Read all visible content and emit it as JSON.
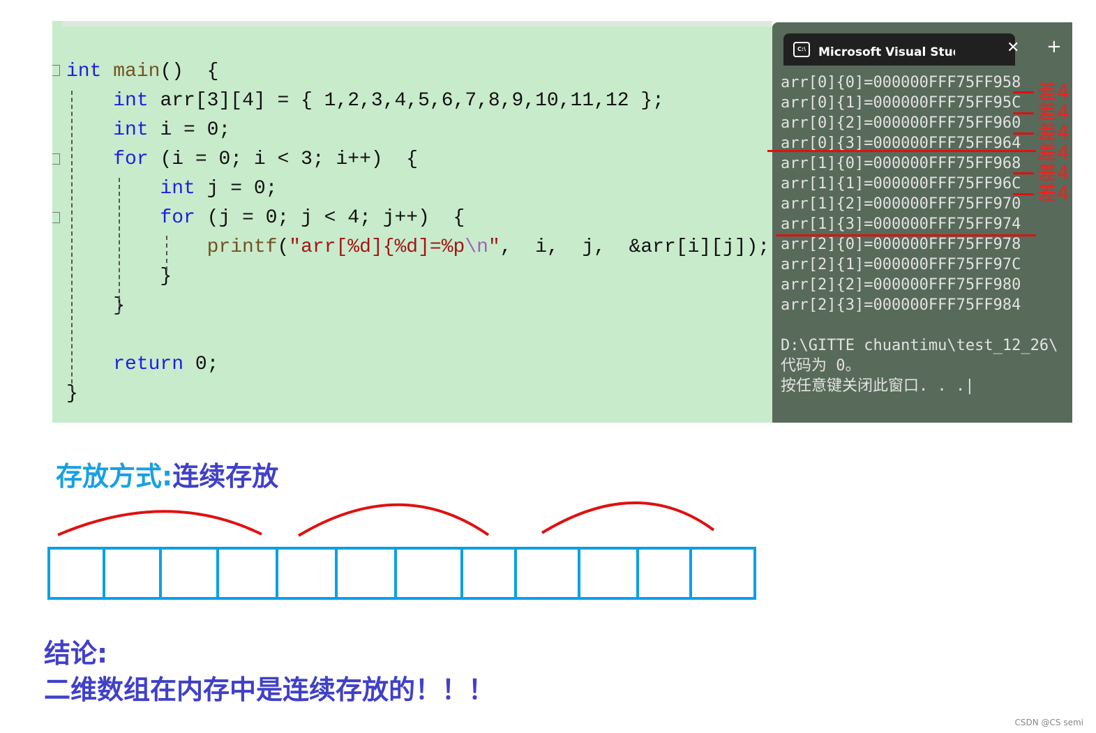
{
  "code": {
    "lines": [
      [
        [
          "int",
          "kw"
        ],
        [
          " ",
          ""
        ],
        [
          "main",
          "fn"
        ],
        [
          "()  {",
          ""
        ]
      ],
      [
        [
          "    ",
          ""
        ],
        [
          "int",
          "kw"
        ],
        [
          " arr[3][4] = { 1,2,3,4,5,6,7,8,9,10,11,12 };",
          ""
        ]
      ],
      [
        [
          "    ",
          ""
        ],
        [
          "int",
          "kw"
        ],
        [
          " i = 0;",
          ""
        ]
      ],
      [
        [
          "    ",
          ""
        ],
        [
          "for",
          "kw"
        ],
        [
          " (i = 0; i < 3; i++)  {",
          ""
        ]
      ],
      [
        [
          "        ",
          ""
        ],
        [
          "int",
          "kw"
        ],
        [
          " j = 0;",
          ""
        ]
      ],
      [
        [
          "        ",
          ""
        ],
        [
          "for",
          "kw"
        ],
        [
          " (j = 0; j < 4; j++)  {",
          ""
        ]
      ],
      [
        [
          "            ",
          ""
        ],
        [
          "printf",
          "fn"
        ],
        [
          "(",
          ""
        ],
        [
          "\"arr[%d]{%d]=%p",
          "str"
        ],
        [
          "\\n",
          "esc"
        ],
        [
          "\"",
          "str"
        ],
        [
          ",  i,  j,  &arr[i][j]);",
          ""
        ]
      ],
      [
        [
          "        }",
          ""
        ]
      ],
      [
        [
          "    }",
          ""
        ]
      ],
      [
        [
          "",
          ""
        ]
      ],
      [
        [
          "    ",
          ""
        ],
        [
          "return",
          "kw"
        ],
        [
          " 0;",
          ""
        ]
      ],
      [
        [
          "}",
          ""
        ]
      ]
    ]
  },
  "terminal": {
    "tab_title": "Microsoft Visual Studio 调试控",
    "tab_icon": "console-icon",
    "close": "✕",
    "new_tab": "+",
    "lines": [
      "arr[0]{0]=000000FFF75FF958",
      "arr[0]{1]=000000FFF75FF95C",
      "arr[0]{2]=000000FFF75FF960",
      "arr[0]{3]=000000FFF75FF964",
      "arr[1]{0]=000000FFF75FF968",
      "arr[1]{1]=000000FFF75FF96C",
      "arr[1]{2]=000000FFF75FF970",
      "arr[1]{3]=000000FFF75FF974",
      "arr[2]{0]=000000FFF75FF978",
      "arr[2]{1]=000000FFF75FF97C",
      "arr[2]{2]=000000FFF75FF980",
      "arr[2]{3]=000000FFF75FF984",
      "",
      "D:\\GITTE chuantimu\\test_12_26\\",
      "代码为 0。",
      "按任意键关闭此窗口. . .|"
    ],
    "annotations": [
      "差4",
      "差4",
      "差4",
      "差4",
      "差4",
      "差4"
    ]
  },
  "diagram": {
    "heading_label": "存放方式:",
    "heading_value": "连续存放",
    "cells": 12
  },
  "conclusion": {
    "title": "结论:",
    "text": "二维数组在内存中是连续存放的！！！"
  },
  "watermark": "CSDN @CS semi",
  "colors": {
    "editor_bg": "#c8ebcc",
    "terminal_bg": "#586a5a",
    "box": "#0aa0e6",
    "arc": "#e01010",
    "heading": "#4040c8"
  }
}
